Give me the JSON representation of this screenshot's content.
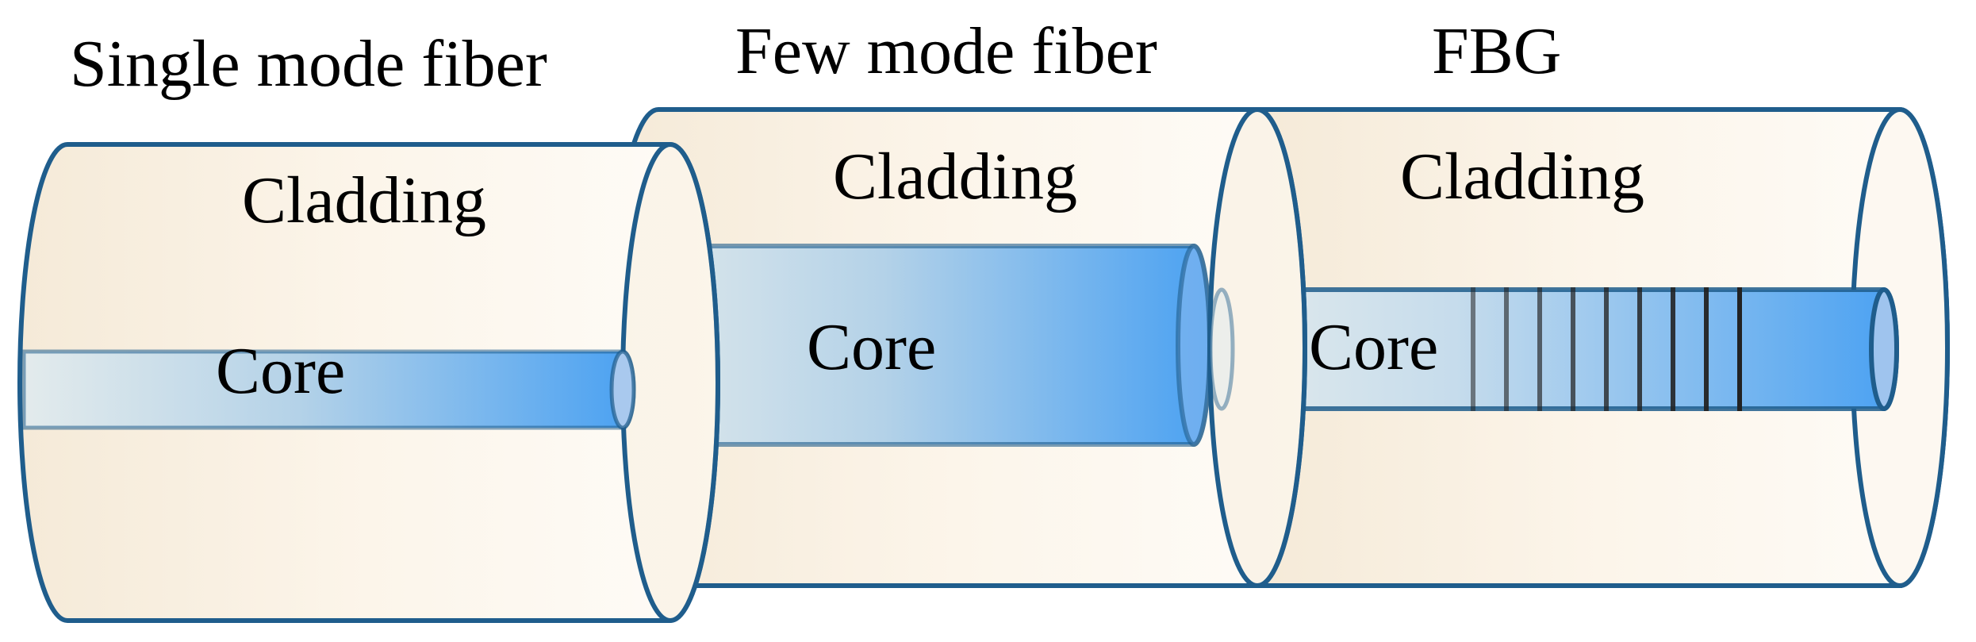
{
  "sections": [
    {
      "title": "Single mode fiber",
      "cladding_label": "Cladding",
      "core_label": "Core"
    },
    {
      "title": "Few mode fiber",
      "cladding_label": "Cladding",
      "core_label": "Core"
    },
    {
      "title": "FBG",
      "cladding_label": "Cladding",
      "core_label": "Core"
    }
  ],
  "colors": {
    "outline": "#1f5d8c",
    "cladding_fill": "#fbf1e2",
    "core_light": "#dfe9ec",
    "core_dark": "#4aa1f2",
    "grating": "#222222"
  },
  "grating_line_count": 9
}
